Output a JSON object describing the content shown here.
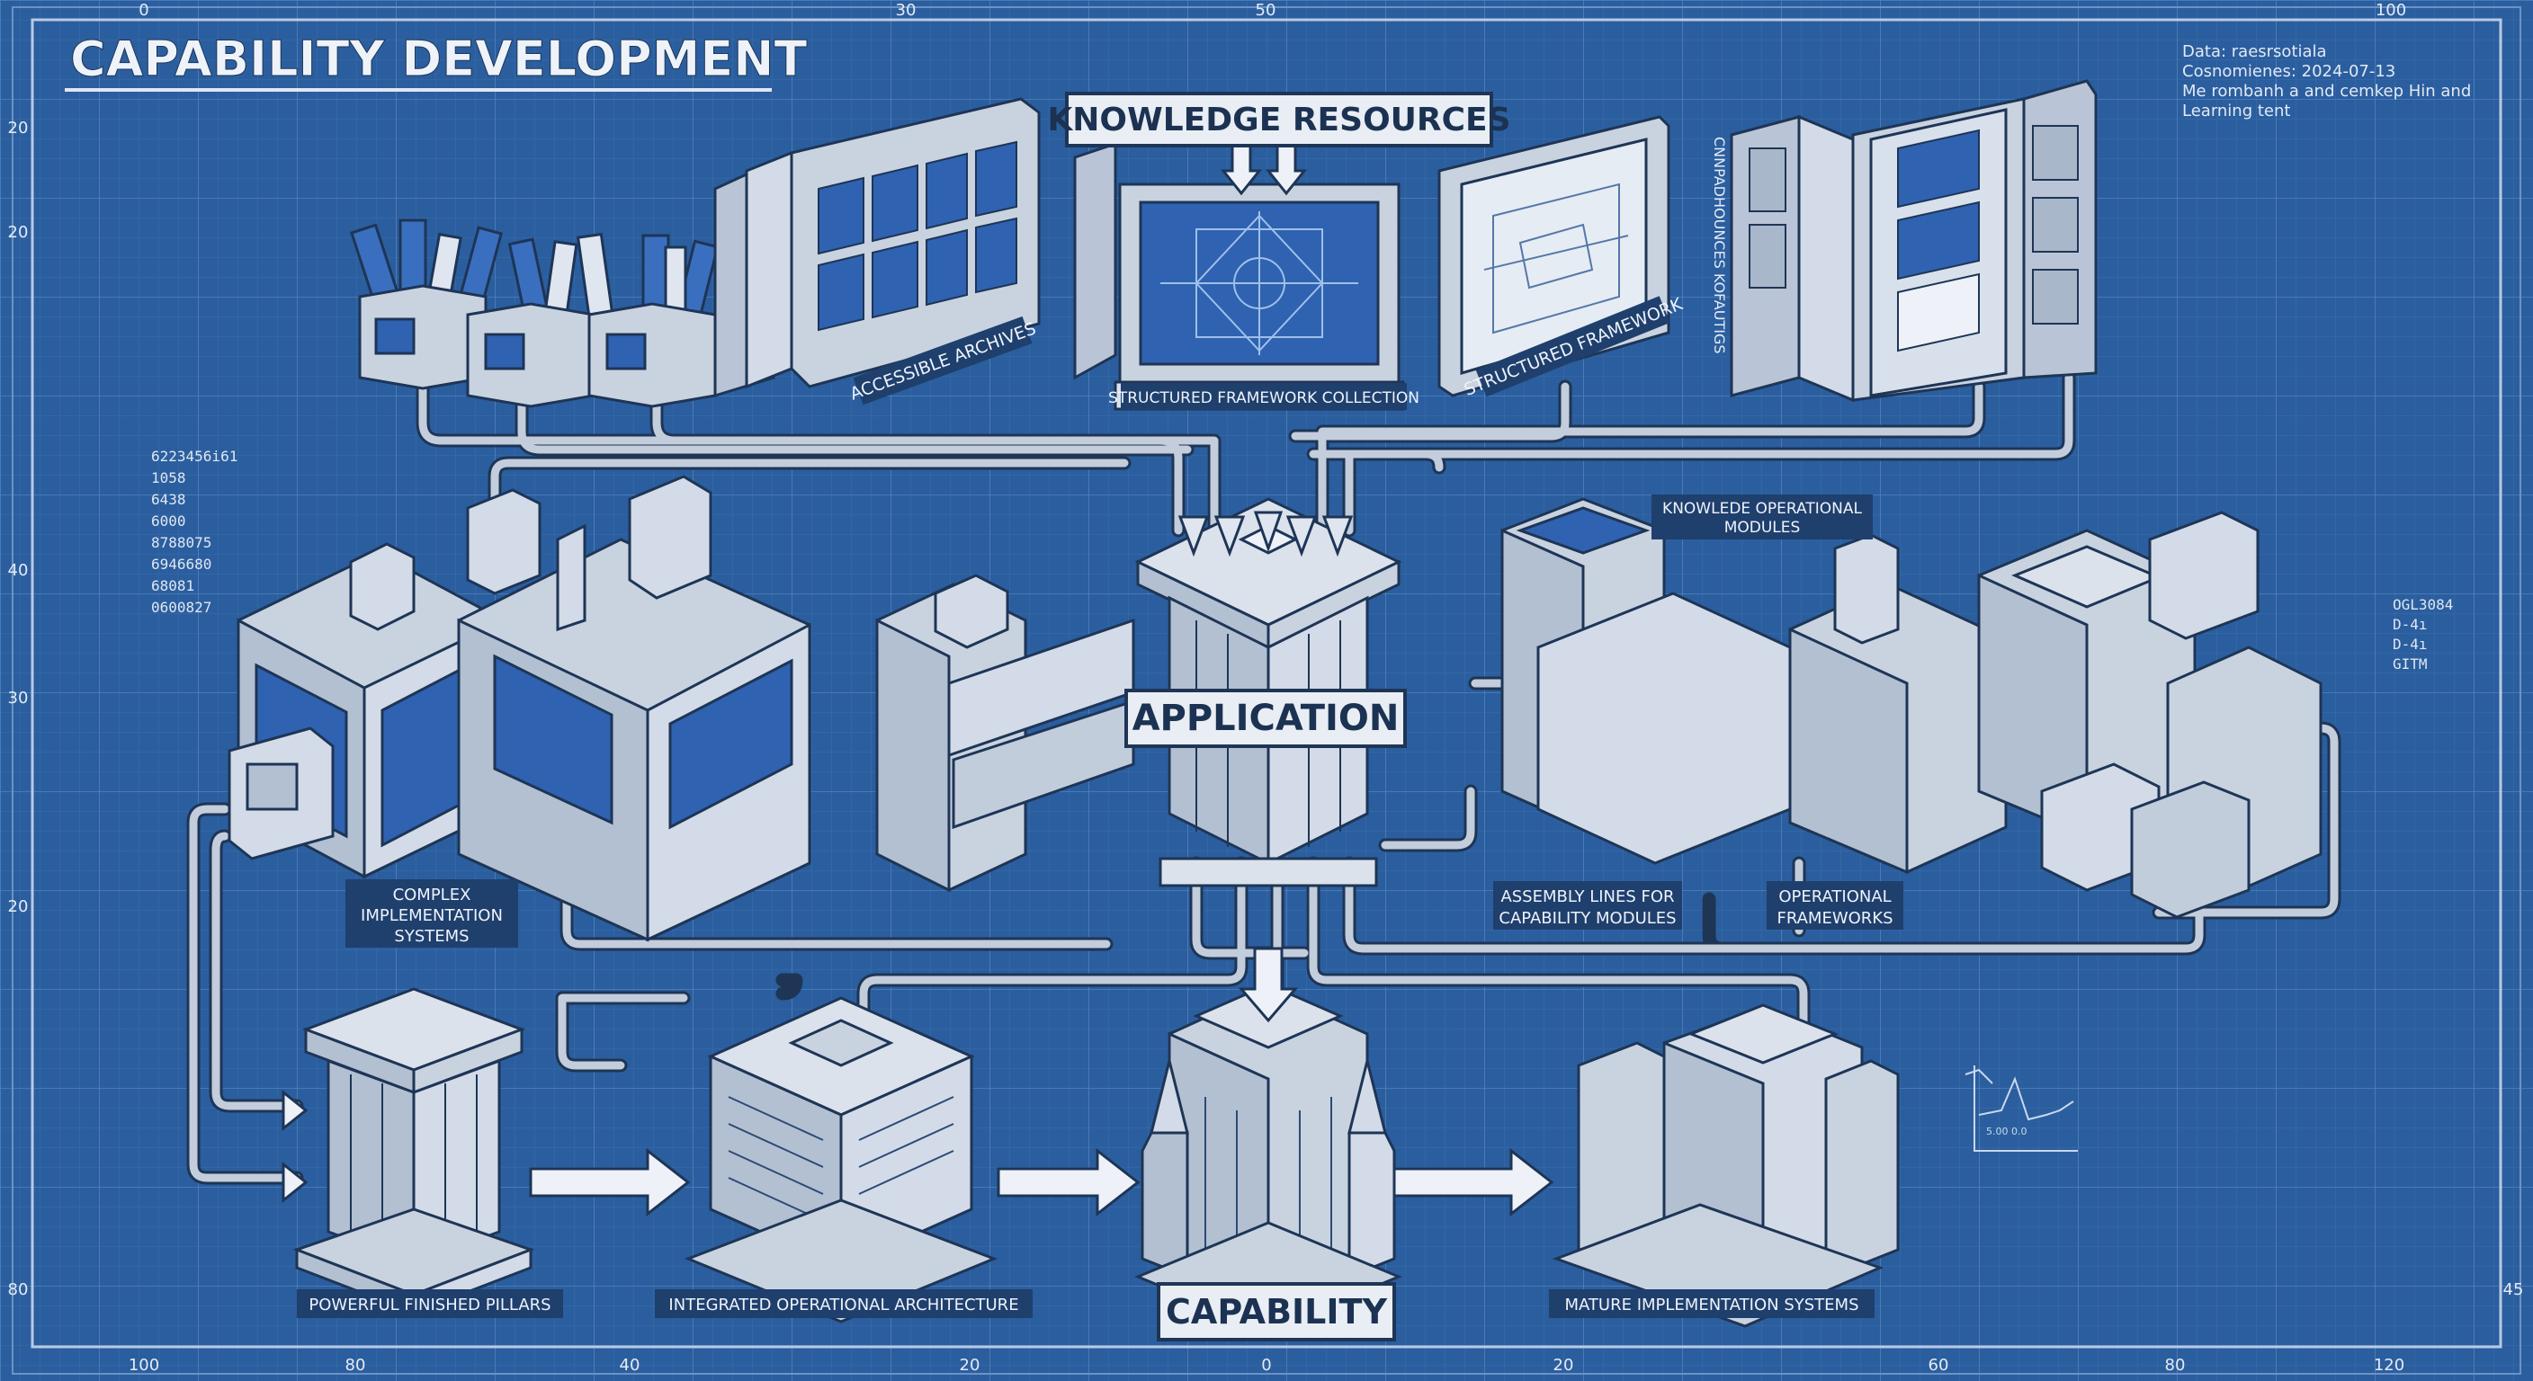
{
  "title": "CAPABILITY DEVELOPMENT",
  "meta_block": [
    "Data: raesrsotiala",
    "Cosnomienes: 2024-07-13",
    "Me rombanh a and cemkep Hin and",
    "Learning tent"
  ],
  "left_codes": [
    "6223456i61",
    "1058",
    "6438",
    "6000",
    "8788075",
    "6946680",
    "68081",
    "0600827"
  ],
  "right_codes": [
    "OGL3084",
    "D-4ı",
    "D-4ı",
    "GITM"
  ],
  "ruler_top": [
    "0",
    "30",
    "50",
    "100"
  ],
  "ruler_bottom": [
    "100",
    "80",
    "40",
    "20",
    "0",
    "20",
    "60",
    "80",
    "120"
  ],
  "ruler_left": [
    "20",
    "20",
    "40",
    "30",
    "20",
    "80"
  ],
  "ruler_right": [
    "45"
  ],
  "labels": {
    "knowledge_resources": "KNOWLEDGE RESOURCES",
    "accessible_archives": "ACCESSIBLE ARCHIVES",
    "structured_framework_collection": "STRUCTURED FRAMEWORK COLLECTION",
    "structured_framework": "STRUCTURED FRAMEWORK",
    "vertical_label": "CNNPADHOUNCES KOFAUTIGS",
    "application": "APPLICATION",
    "knowledge_operational_modules": [
      "KNOWLEDE OPERATIONAL",
      "MODULES"
    ],
    "complex_implementation_systems": [
      "COMPLEX",
      "IMPLEMENTATION",
      "SYSTEMS"
    ],
    "assembly_lines": [
      "ASSEMBLY LINES FOR",
      "CAPABILITY MODULES"
    ],
    "operational_frameworks": [
      "OPERATIONAL",
      "FRAMEWORKS"
    ],
    "powerful_finished_pillars": "POWERFUL FINISHED PILLARS",
    "integrated_operational_architecture": "INTEGRATED OPERATIONAL ARCHITECTURE",
    "capability": "CAPABILITY",
    "mature_implementation_systems": "MATURE IMPLEMENTATION SYSTEMS"
  },
  "mini_chart_label": "5.00 0.0",
  "colors": {
    "background": "#2b5e9e",
    "grid_minor": "#3d70ad",
    "grid_major": "#5584bf",
    "structure_fill": "#c9d3e0",
    "structure_dark": "#8a9bb3",
    "outline": "#1e3556",
    "label_bg": "#e9eef5",
    "label_text": "#1c3252",
    "screen_blue": "#2f62b0"
  }
}
